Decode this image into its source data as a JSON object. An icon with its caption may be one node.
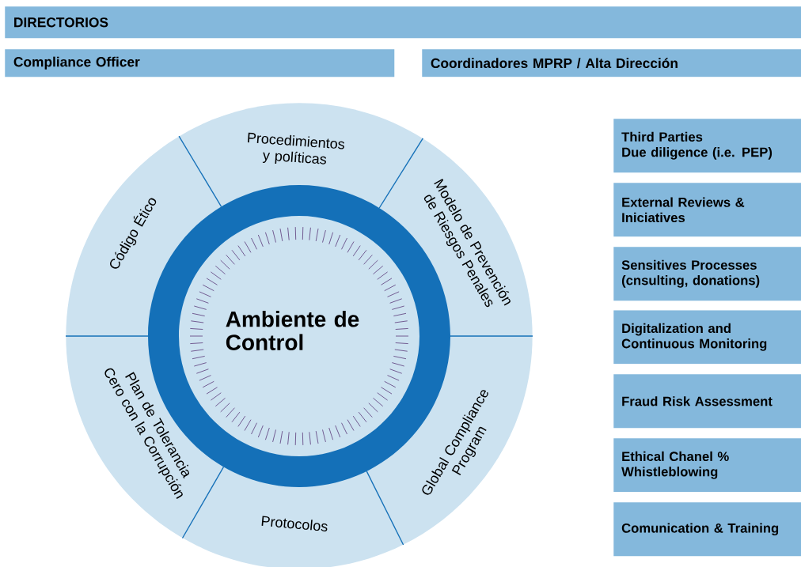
{
  "diagram": {
    "nodes": [
      {
        "text": [
          "DIRECTORIOS"
        ]
      },
      {
        "text": [
          "Compliance Officer"
        ]
      },
      {
        "text": [
          "Coordinadores MPRP / Alta Dirección"
        ]
      },
      {
        "text": [
          "Procedimientos y políticas"
        ]
      },
      {
        "text": [
          "Modelo de Prevención de Riesgos Penales"
        ]
      },
      {
        "text": [
          "Global Compliance Program"
        ]
      },
      {
        "text": [
          "Protocolos"
        ]
      },
      {
        "text": [
          "Plan de Tolerancia Cero con la Corrupción"
        ]
      },
      {
        "text": [
          "Código Ético"
        ]
      },
      {
        "text": [
          "Ambiente de Control"
        ]
      },
      {
        "text": [
          "Third Parties",
          "Due diligence (i.e. PEP)"
        ]
      },
      {
        "text": [
          "External Reviews & Iniciatives"
        ]
      },
      {
        "text": [
          "Sensitives Processes (cnsulting, donations)"
        ]
      },
      {
        "text": [
          "Digitalization and Continuous Monitoring"
        ]
      },
      {
        "text": [
          "Fraud Risk Assessment"
        ]
      },
      {
        "text": [
          "Ethical Chanel % Whistleblowing"
        ]
      },
      {
        "text": [
          "Comunication & Training"
        ]
      }
    ]
  }
}
